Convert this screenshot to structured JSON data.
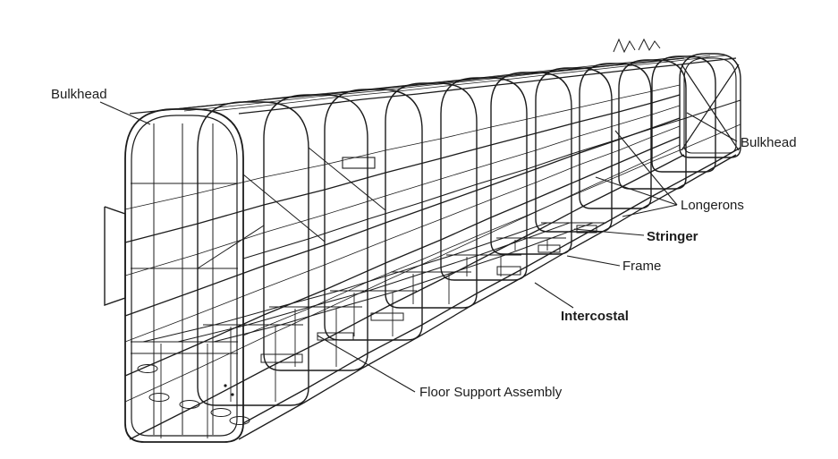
{
  "figure": {
    "background": "#ffffff",
    "ink": "#1c1c1c",
    "labels": {
      "bulkhead_left": "Bulkhead",
      "bulkhead_right": "Bulkhead",
      "longerons": "Longerons",
      "stringer": "Stringer",
      "frame": "Frame",
      "intercostal": "Intercostal",
      "floor_support_assembly": "Floor Support Assembly"
    }
  }
}
